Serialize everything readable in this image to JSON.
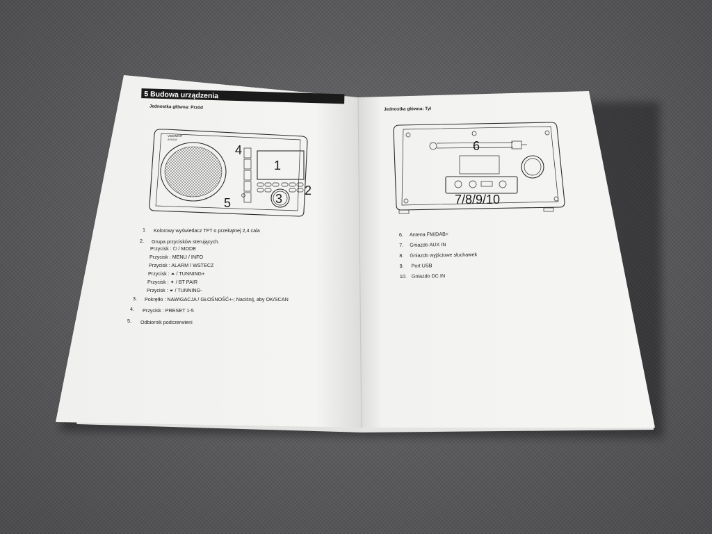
{
  "left_page": {
    "section_heading": "5 Budowa urządzenia",
    "subheading": "Jednostka główna: Przód",
    "diagram": {
      "brand_line1": "VIEDMINT",
      "brand_line2": "AYDOA",
      "callouts": [
        "1",
        "2",
        "3",
        "4",
        "5"
      ]
    },
    "list": [
      {
        "num": "1",
        "text": "Kolorowy wyświetlacz TFT o przekątnej 2,4 cala"
      },
      {
        "num": "2.",
        "text": "Grupa przycisków sterujących."
      },
      {
        "sub": "Przycisk : ⏻ / MODE"
      },
      {
        "sub": "Przycisk : MENU / INFO"
      },
      {
        "sub": "Przycisk : ALARM / WSTECZ"
      },
      {
        "sub": "Przycisk : ⏶ / TUNNING+"
      },
      {
        "sub": "Przycisk : ✦ / BT PAIR"
      },
      {
        "sub": "Przycisk : ⏷ / TUNNING-"
      },
      {
        "num": "3.",
        "text": "Pokrętło : NAWIGACJA / GŁOŚNOŚĆ+-; Naciśnij, aby OK/SCAN"
      },
      {
        "num": "4.",
        "text": "Przycisk : PRESET 1-5"
      },
      {
        "num": "5.",
        "text": "Odbiornik podczerwieni"
      }
    ]
  },
  "right_page": {
    "subheading": "Jednostka główna: Tył",
    "diagram": {
      "callout_top": "6",
      "callout_bottom": "7/8/9/10"
    },
    "list": [
      {
        "num": "6.",
        "text": "Antena FM/DAB+"
      },
      {
        "num": "7.",
        "text": "Gniazdo AUX IN"
      },
      {
        "num": "8.",
        "text": "Gniazdo wyjściowe słuchawek"
      },
      {
        "num": "9.",
        "text": "Port USB"
      },
      {
        "num": "10.",
        "text": "Gniazdo DC IN"
      }
    ]
  },
  "colors": {
    "fabric": "#5f5f62",
    "paper": "#f3f3f1",
    "heading_bar": "#1a1a1a"
  }
}
